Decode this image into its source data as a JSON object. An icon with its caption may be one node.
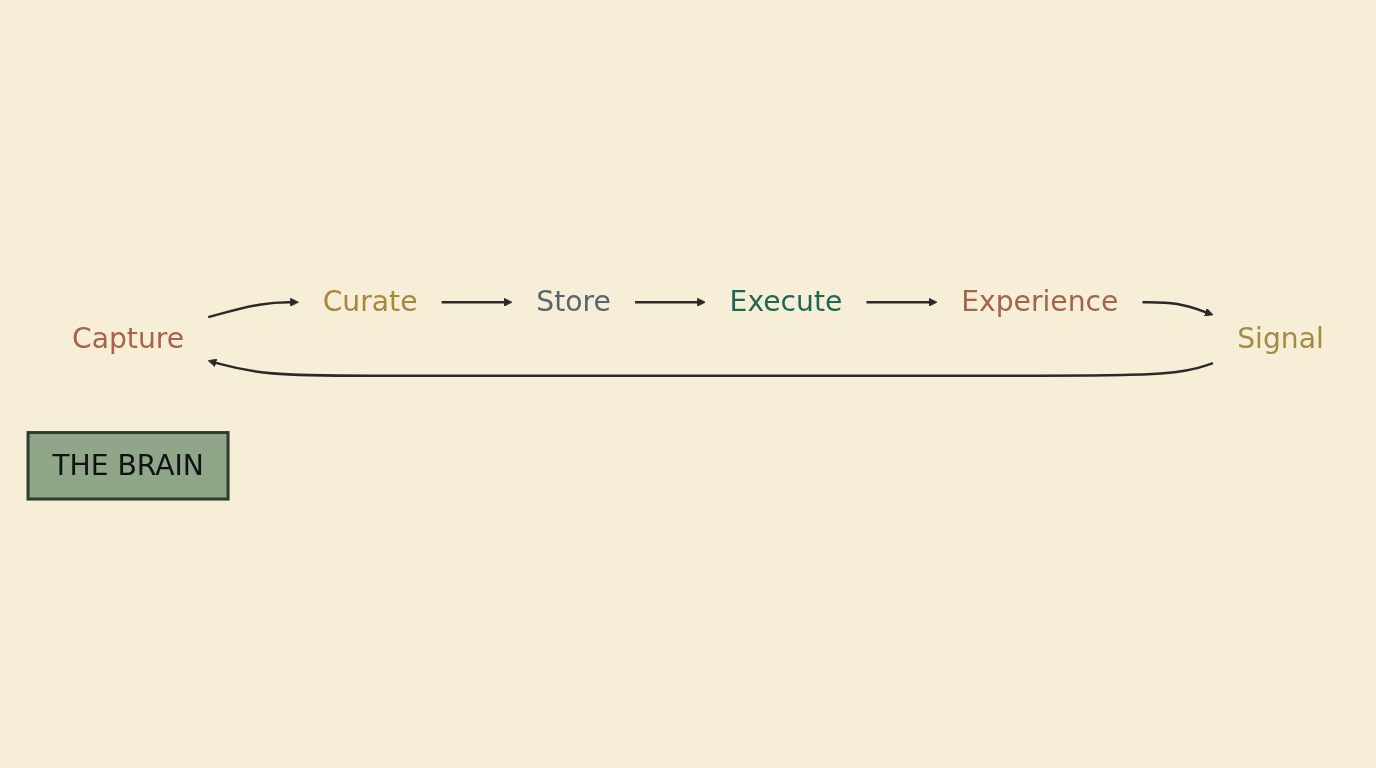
{
  "diagram": {
    "nodes": [
      {
        "text": [
          "Capture"
        ]
      },
      {
        "text": [
          "Curate"
        ]
      },
      {
        "text": [
          "Store"
        ]
      },
      {
        "text": [
          "Execute"
        ]
      },
      {
        "text": [
          "Experience"
        ]
      },
      {
        "text": [
          "Signal"
        ]
      },
      {
        "text": [
          "THE BRAIN"
        ]
      }
    ],
    "edges": [
      {
        "from": 0,
        "to": 1,
        "arrow": "to"
      },
      {
        "from": 1,
        "to": 2,
        "arrow": "to"
      },
      {
        "from": 2,
        "to": 3,
        "arrow": "to"
      },
      {
        "from": 3,
        "to": 4,
        "arrow": "to"
      },
      {
        "from": 4,
        "to": 5,
        "arrow": "to"
      },
      {
        "from": 5,
        "to": 0,
        "arrow": "to"
      }
    ]
  }
}
